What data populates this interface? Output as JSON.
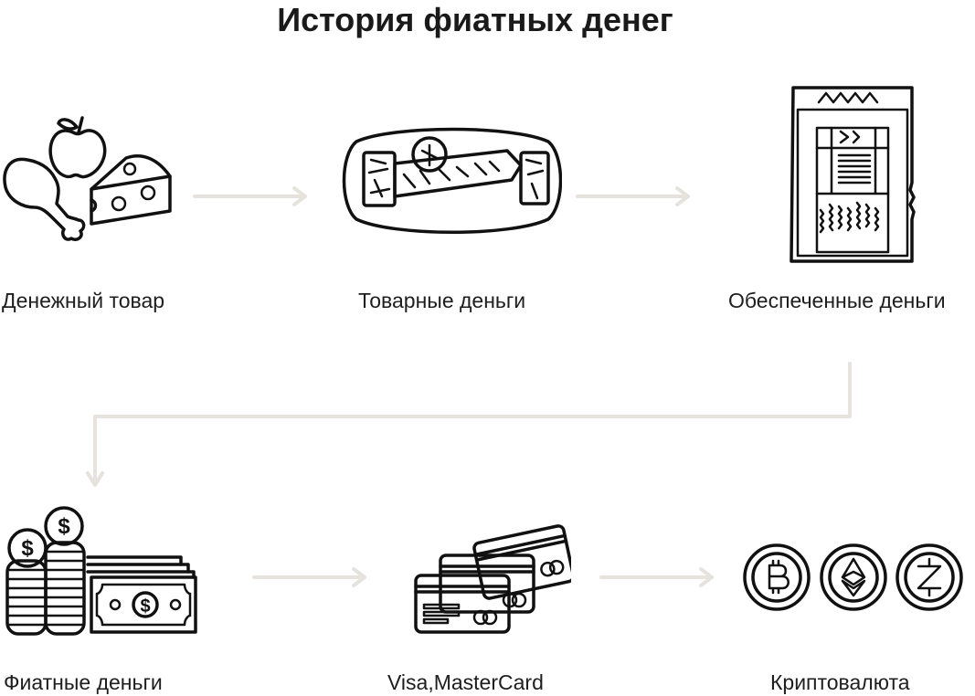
{
  "title": "История фиатных денег",
  "colors": {
    "text": "#1a1a1a",
    "icon_stroke": "#111111",
    "arrow": "#e6e2dd",
    "background": "#ffffff"
  },
  "stages": [
    {
      "label": "Денежный товар",
      "icon": "food-commodities-icon"
    },
    {
      "label": "Товарные деньги",
      "icon": "ancient-coin-icon"
    },
    {
      "label": "Обеспеченные деньги",
      "icon": "paper-note-icon"
    },
    {
      "label": "Фиатные деньги",
      "icon": "coins-and-banknotes-icon"
    },
    {
      "label": "Visa,MasterCard",
      "icon": "credit-cards-icon"
    },
    {
      "label": "Криптовалюта",
      "icon": "crypto-coins-icon"
    }
  ],
  "flow": [
    {
      "from": 0,
      "to": 1
    },
    {
      "from": 1,
      "to": 2
    },
    {
      "from": 2,
      "to": 3
    },
    {
      "from": 3,
      "to": 4
    },
    {
      "from": 4,
      "to": 5
    }
  ]
}
